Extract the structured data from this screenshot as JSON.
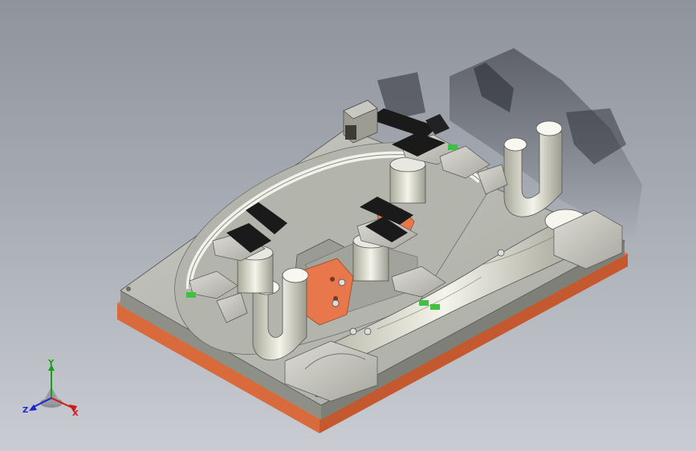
{
  "viewport": {
    "background_top": "#8f939c",
    "background_bottom": "#c9ccd2"
  },
  "triad": {
    "x_label": "X",
    "y_label": "Y",
    "z_label": "Z",
    "x_color": "#d01818",
    "y_color": "#18a018",
    "z_color": "#1828d0"
  },
  "model": {
    "base_color": "#b9bbb2",
    "bottom_plate_color": "#e07a4c",
    "clamp_color": "#1a1a1a",
    "pad_color": "#e8784c",
    "sensor_color": "#40c040"
  }
}
